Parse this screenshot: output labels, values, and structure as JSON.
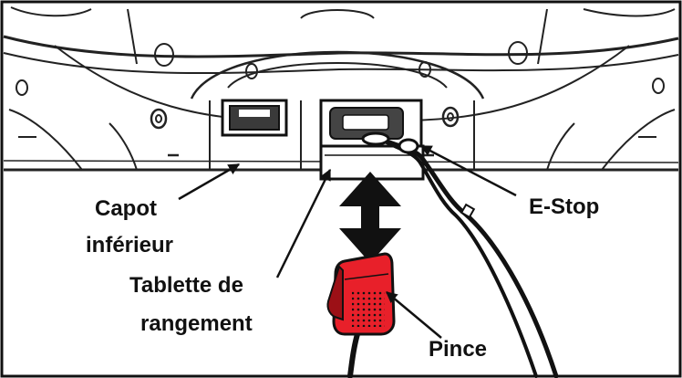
{
  "labels": {
    "capot_line1": "Capot",
    "capot_line2": "inférieur",
    "tablette_line1": "Tablette de",
    "tablette_line2": "rangement",
    "estop": "E-Stop",
    "pince": "Pince"
  },
  "colors": {
    "ink": "#111111",
    "clip_red": "#e8202a",
    "clip_dark_red": "#9c1016",
    "background": "#ffffff"
  }
}
